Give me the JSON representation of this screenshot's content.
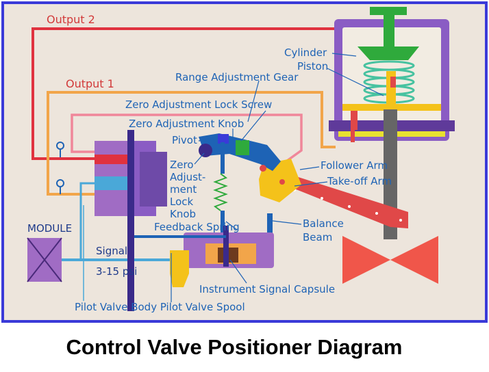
{
  "title": "Control Valve Positioner Diagram",
  "labels": {
    "output2": "Output 2",
    "output1": "Output 1",
    "cylinder": "Cylinder",
    "piston": "Piston",
    "range_gear": "Range Adjustment Gear",
    "zero_lock_screw": "Zero Adjustment Lock Screw",
    "zero_knob": "Zero Adjustment Knob",
    "pivot": "Pivot",
    "zero_lock_knob_1": "Zero",
    "zero_lock_knob_2": "Adjust-",
    "zero_lock_knob_3": "ment",
    "zero_lock_knob_4": "Lock",
    "zero_lock_knob_5": "Knob",
    "follower_arm": "Follower Arm",
    "takeoff_arm": "Take-off Arm",
    "module": "MODULE",
    "feedback_spring": "Feedback Spring",
    "balance_beam_1": "Balance",
    "balance_beam_2": "Beam",
    "signal_1": "Signal",
    "signal_2": "3-15 psi",
    "capsule": "Instrument Signal Capsule",
    "pilot_body_spool": "Pilot Valve Body Pilot Valve Spool"
  },
  "colors": {
    "border": "#3a3ad8",
    "background": "#ede5dc",
    "output2_line": "#e0323f",
    "output1_line": "#f2a54a",
    "pink_line": "#f0879a",
    "signal_line": "#4aa8d8",
    "cylinder": "#8a5cc4",
    "piston": "#2faa3c",
    "spring": "#47c2a0",
    "valve": "#f0564a",
    "arm": "#e04848",
    "follower": "#f4c21a",
    "module": "#a06cc4",
    "label_blue": "#1e63b5"
  }
}
